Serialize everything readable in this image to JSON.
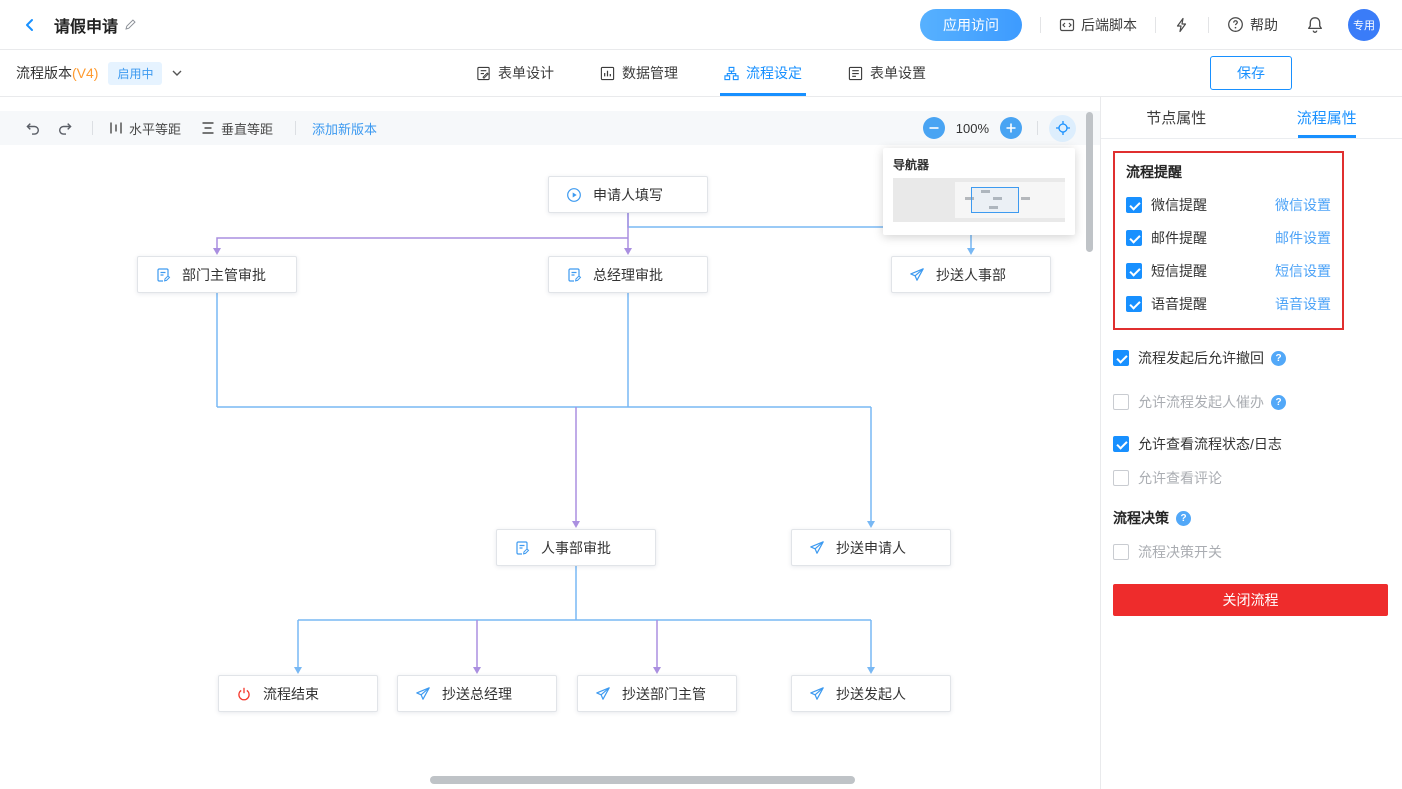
{
  "colors": {
    "primary": "#1890ff",
    "link": "#4da3f7",
    "danger": "#ee2c2c",
    "highlight_border": "#e02f2f",
    "edge_blue": "#78b8f4",
    "edge_purple": "#aa8fe0",
    "badge_bg": "#e6f3ff",
    "pill_bg": "#57b1ff",
    "version_orange": "#ff9a2e"
  },
  "header": {
    "title": "请假申请",
    "app_access_button": "应用访问",
    "backend_script_label": "后端脚本",
    "help_label": "帮助",
    "avatar_text": "专用"
  },
  "version_bar": {
    "version_prefix": "流程版本",
    "version_number": "(V4)",
    "status_badge": "启用中",
    "save_button": "保存",
    "tabs": [
      {
        "label": "表单设计"
      },
      {
        "label": "数据管理"
      },
      {
        "label": "流程设定"
      },
      {
        "label": "表单设置"
      }
    ]
  },
  "canvas_toolbar": {
    "h_equal_label": "水平等距",
    "v_equal_label": "垂直等距",
    "add_version_label": "添加新版本",
    "zoom_level": "100%"
  },
  "navigator": {
    "title": "导航器"
  },
  "flow": {
    "nodes": [
      {
        "label": "申请人填写"
      },
      {
        "label": "部门主管审批"
      },
      {
        "label": "总经理审批"
      },
      {
        "label": "抄送人事部"
      },
      {
        "label": "人事部审批"
      },
      {
        "label": "抄送申请人"
      },
      {
        "label": "流程结束"
      },
      {
        "label": "抄送总经理"
      },
      {
        "label": "抄送部门主管"
      },
      {
        "label": "抄送发起人"
      }
    ]
  },
  "panel": {
    "tab_node": "节点属性",
    "tab_process": "流程属性",
    "reminder_title": "流程提醒",
    "reminders": [
      {
        "label": "微信提醒",
        "link": "微信设置",
        "checked": true
      },
      {
        "label": "邮件提醒",
        "link": "邮件设置",
        "checked": true
      },
      {
        "label": "短信提醒",
        "link": "短信设置",
        "checked": true
      },
      {
        "label": "语音提醒",
        "link": "语音设置",
        "checked": true
      }
    ],
    "options": [
      {
        "label": "流程发起后允许撤回",
        "checked": true
      },
      {
        "label": "允许流程发起人催办",
        "checked": false
      },
      {
        "label": "允许查看流程状态/日志",
        "checked": true
      },
      {
        "label": "允许查看评论",
        "checked": false
      }
    ],
    "decision_title": "流程决策",
    "decision_option": {
      "label": "流程决策开关",
      "checked": false
    },
    "close_button": "关闭流程"
  }
}
